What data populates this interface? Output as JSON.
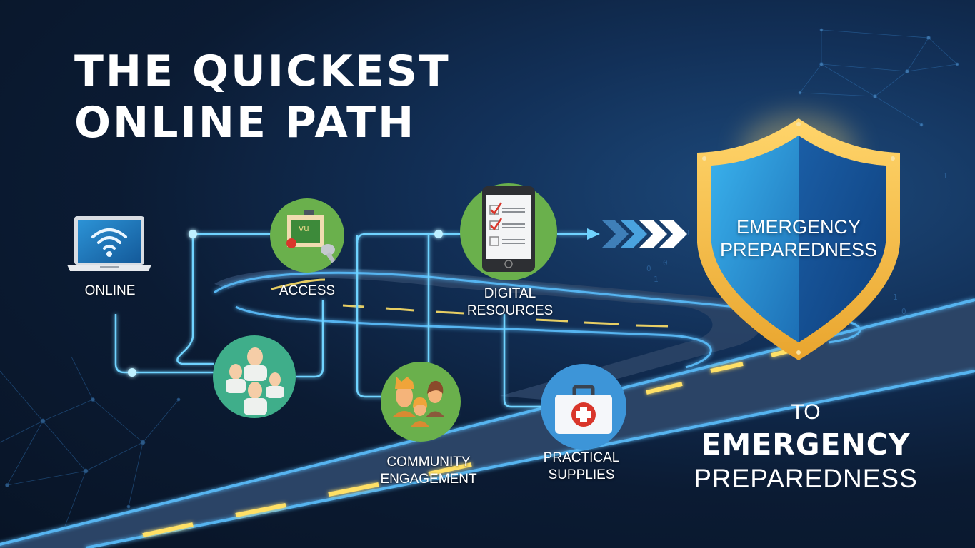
{
  "title": {
    "line1": "THE QUICKEST",
    "line2": "ONLINE PATH"
  },
  "nodes": [
    {
      "id": "online",
      "label_lines": [
        "ONLINE"
      ],
      "icon": "laptop-wifi-icon",
      "circle_color": null
    },
    {
      "id": "access",
      "label_lines": [
        "ACCESS"
      ],
      "icon": "chalkboard-icon",
      "circle_color": "#6ab04c"
    },
    {
      "id": "digital-resources",
      "label_lines": [
        "DIGITAL",
        "RESOURCES"
      ],
      "icon": "tablet-checklist-icon",
      "circle_color": "#6ab04c"
    },
    {
      "id": "people-group",
      "label_lines": [],
      "icon": "people-group-icon",
      "circle_color": "#3fae8a"
    },
    {
      "id": "community-engagement",
      "label_lines": [
        "COMMUNITY",
        "ENGAGEMENT"
      ],
      "icon": "family-icon",
      "circle_color": "#6ab04c"
    },
    {
      "id": "practical-supplies",
      "label_lines": [
        "PRACTICAL",
        "SUPPLIES"
      ],
      "icon": "first-aid-kit-icon",
      "circle_color": "#3d95d8"
    }
  ],
  "shield": {
    "line1": "EMERGENCY",
    "line2": "PREPAREDNESS",
    "border_color": "#f2b33d",
    "fill_color": "#1f6fb8"
  },
  "subtitle": {
    "to": "TO",
    "line1": "EMERGENCY",
    "line2": "PREPAREDNESS"
  },
  "colors": {
    "background": "#0b1b33",
    "circuit": "#6fd3ff",
    "road": "#2b4466",
    "road_edge": "#56b4f0",
    "road_dash": "#ffe066",
    "chevrons": [
      "#3f7fb8",
      "#4aa3df",
      "#ffffff",
      "#ffffff"
    ]
  }
}
